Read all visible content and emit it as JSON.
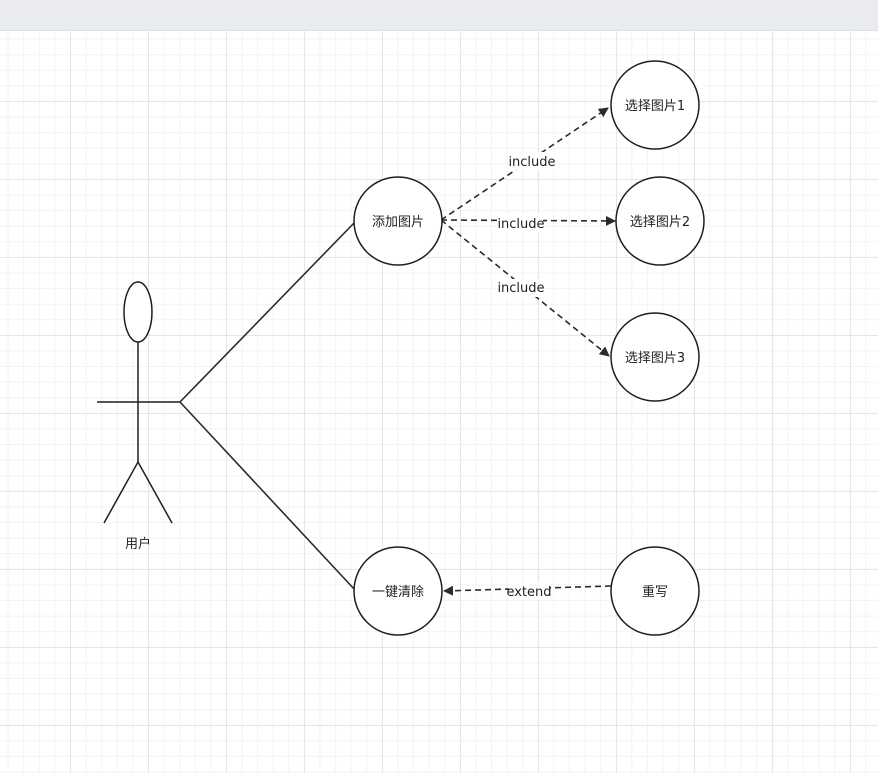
{
  "actor": {
    "label": "用户"
  },
  "use_cases": {
    "add": "添加图片",
    "select1": "选择图片1",
    "select2": "选择图片2",
    "select3": "选择图片3",
    "clear": "一键清除",
    "rewrite": "重写"
  },
  "relations": {
    "include_1": "include",
    "include_2": "include",
    "include_3": "include",
    "extend": "extend"
  }
}
